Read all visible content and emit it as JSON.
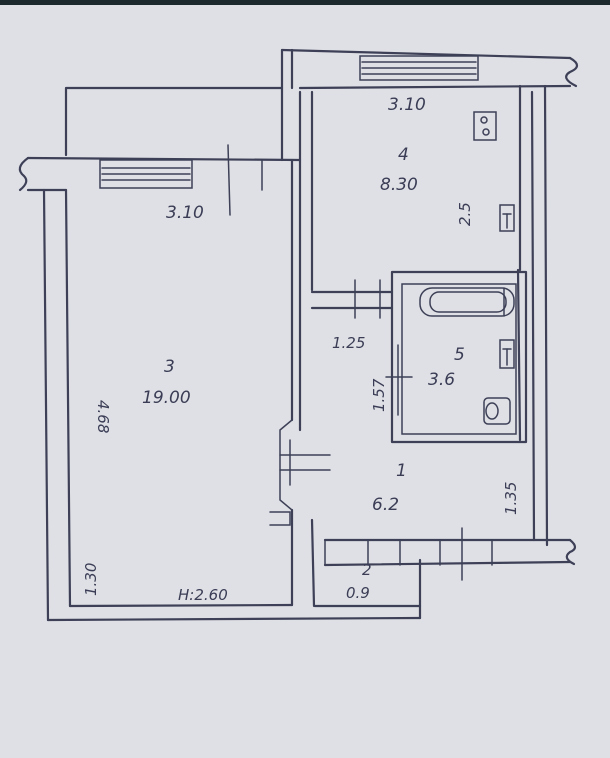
{
  "plan": {
    "rooms": [
      {
        "id": "room-1",
        "number": "1",
        "area": "6.2"
      },
      {
        "id": "room-3",
        "number": "3",
        "area": "19.00"
      },
      {
        "id": "room-4",
        "number": "4",
        "area": "8.30"
      },
      {
        "id": "room-5",
        "number": "5",
        "area": "3.6"
      }
    ],
    "dimensions": {
      "top_right_width": "3.10",
      "left_room_width": "3.10",
      "left_room_length": "4.68",
      "left_bottom_segment": "1.30",
      "hall_width": "1.25",
      "bath_height": "1.57",
      "hall_right_length": "1.35",
      "kitchen_side": "2.5",
      "vestibule_depth": "0.9",
      "ceiling_height": "H:2.60"
    },
    "room_2_number": "2",
    "colors": {
      "ink": "#3d4057",
      "paper": "#dfe0e5"
    }
  }
}
